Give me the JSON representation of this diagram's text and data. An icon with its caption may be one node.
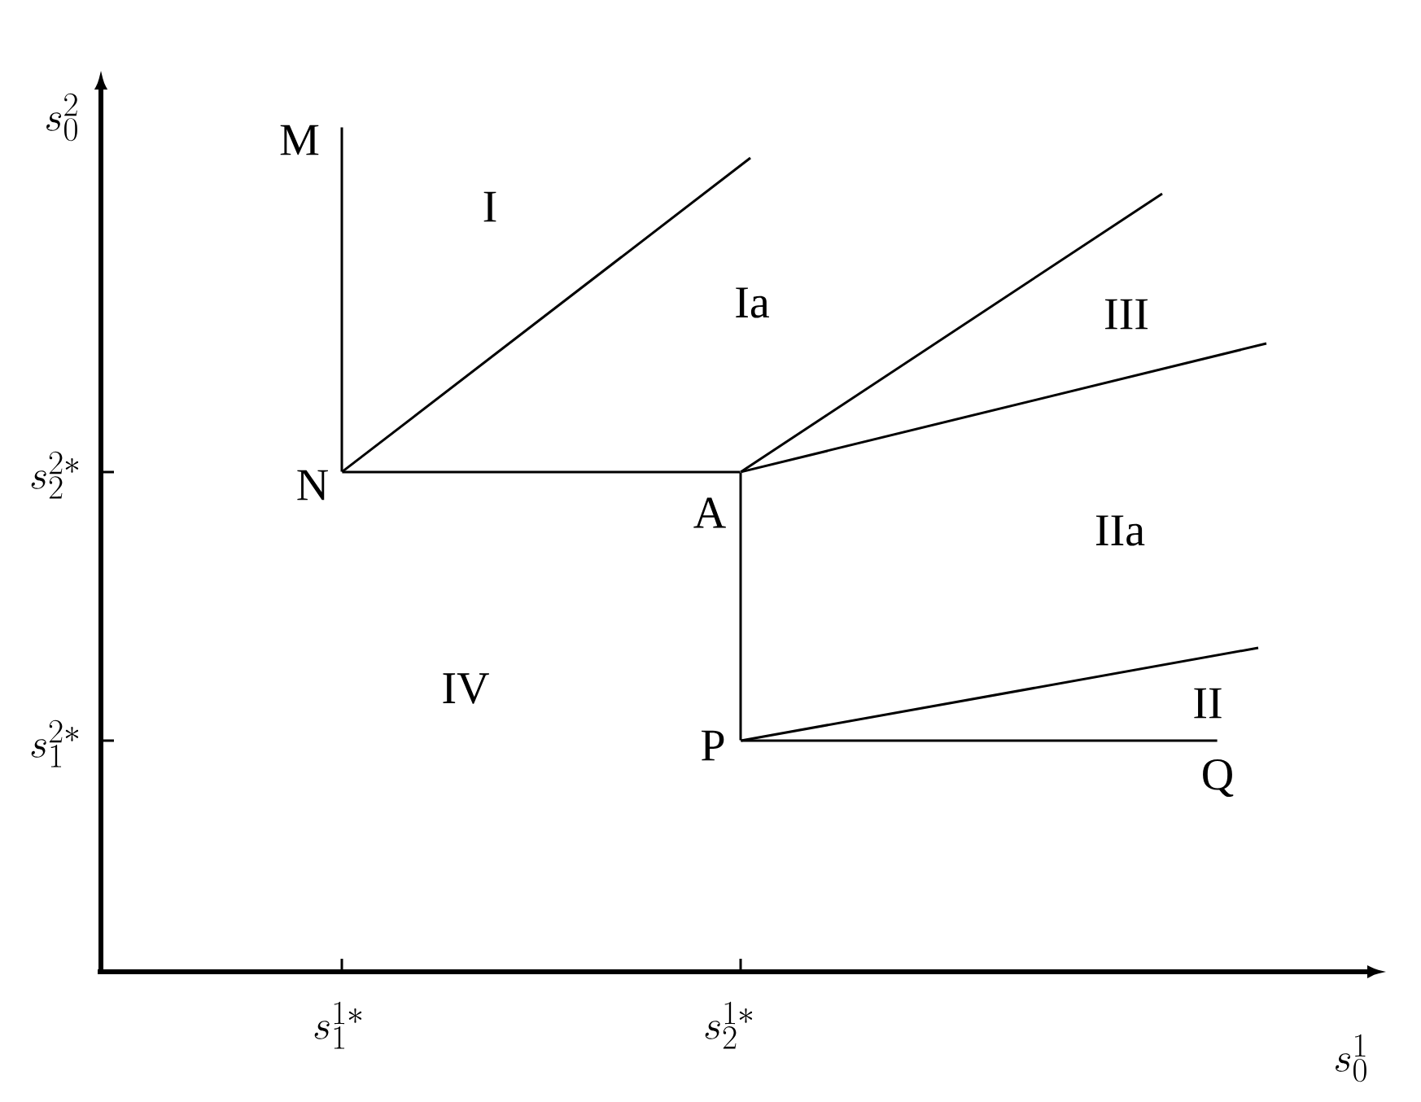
{
  "diagram": {
    "nodes": [
      {
        "text": [
          "M"
        ]
      },
      {
        "text": [
          "N"
        ]
      },
      {
        "text": [
          "A"
        ]
      },
      {
        "text": [
          "P"
        ]
      },
      {
        "text": [
          "Q"
        ]
      }
    ],
    "edges": [
      {
        "from": 0,
        "to": 1,
        "arrow": "none"
      },
      {
        "from": 1,
        "to": null,
        "arrow": "none"
      },
      {
        "from": 1,
        "to": 2,
        "arrow": "none"
      },
      {
        "from": 2,
        "to": null,
        "arrow": "none"
      },
      {
        "from": 2,
        "to": null,
        "arrow": "none"
      },
      {
        "from": 2,
        "to": 3,
        "arrow": "none"
      },
      {
        "from": 3,
        "to": null,
        "arrow": "none"
      },
      {
        "from": 3,
        "to": 4,
        "arrow": "none"
      }
    ],
    "labels": [
      "s_0^2",
      "I",
      "Ia",
      "III",
      "s_2^{2*}",
      "IIa",
      "IV",
      "II",
      "s_1^{2*}",
      "s_1^{1*}",
      "s_2^{1*}",
      "s_0^1"
    ]
  }
}
